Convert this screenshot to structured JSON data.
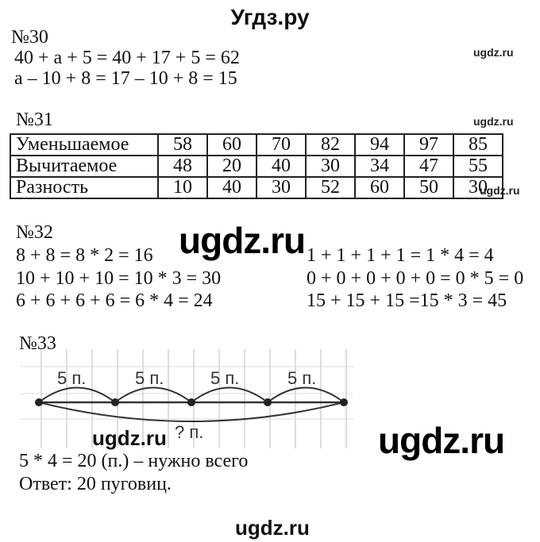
{
  "header": {
    "site_title": "Угдз.ру"
  },
  "watermarks": {
    "small": "ugdz.ru",
    "big": "ugdz.ru",
    "bottom": "ugdz.ru"
  },
  "task30": {
    "number": "№30",
    "line1": "40 + a + 5 = 40 + 17 + 5 = 62",
    "line2": "a – 10 + 8 = 17 – 10 + 8 = 15"
  },
  "task31": {
    "number": "№31",
    "rows": [
      {
        "label": "Уменьшаемое",
        "values": [
          "58",
          "60",
          "70",
          "82",
          "94",
          "97",
          "85"
        ]
      },
      {
        "label": "Вычитаемое",
        "values": [
          "48",
          "20",
          "40",
          "30",
          "34",
          "47",
          "55"
        ]
      },
      {
        "label": "Разность",
        "values": [
          "10",
          "40",
          "30",
          "52",
          "60",
          "50",
          "30"
        ]
      }
    ]
  },
  "task32": {
    "number": "№32",
    "left": [
      "8 + 8 = 8 * 2 = 16",
      "10 + 10 + 10 = 10 * 3 = 30",
      "6 + 6 + 6 + 6 = 6 * 4 = 24"
    ],
    "right": [
      "1 + 1 + 1 + 1 = 1 * 4 = 4",
      "0 + 0 + 0 + 0 + 0 = 0 * 5 = 0",
      "15 + 15 + 15 =15 * 3 = 45"
    ]
  },
  "task33": {
    "number": "№33",
    "segment_labels": [
      "5 п.",
      "5 п.",
      "5 п.",
      "5 п."
    ],
    "total_label": "? п.",
    "solution": "5 * 4 = 20 (п.) – нужно всего",
    "answer": "Ответ: 20 пуговиц."
  }
}
